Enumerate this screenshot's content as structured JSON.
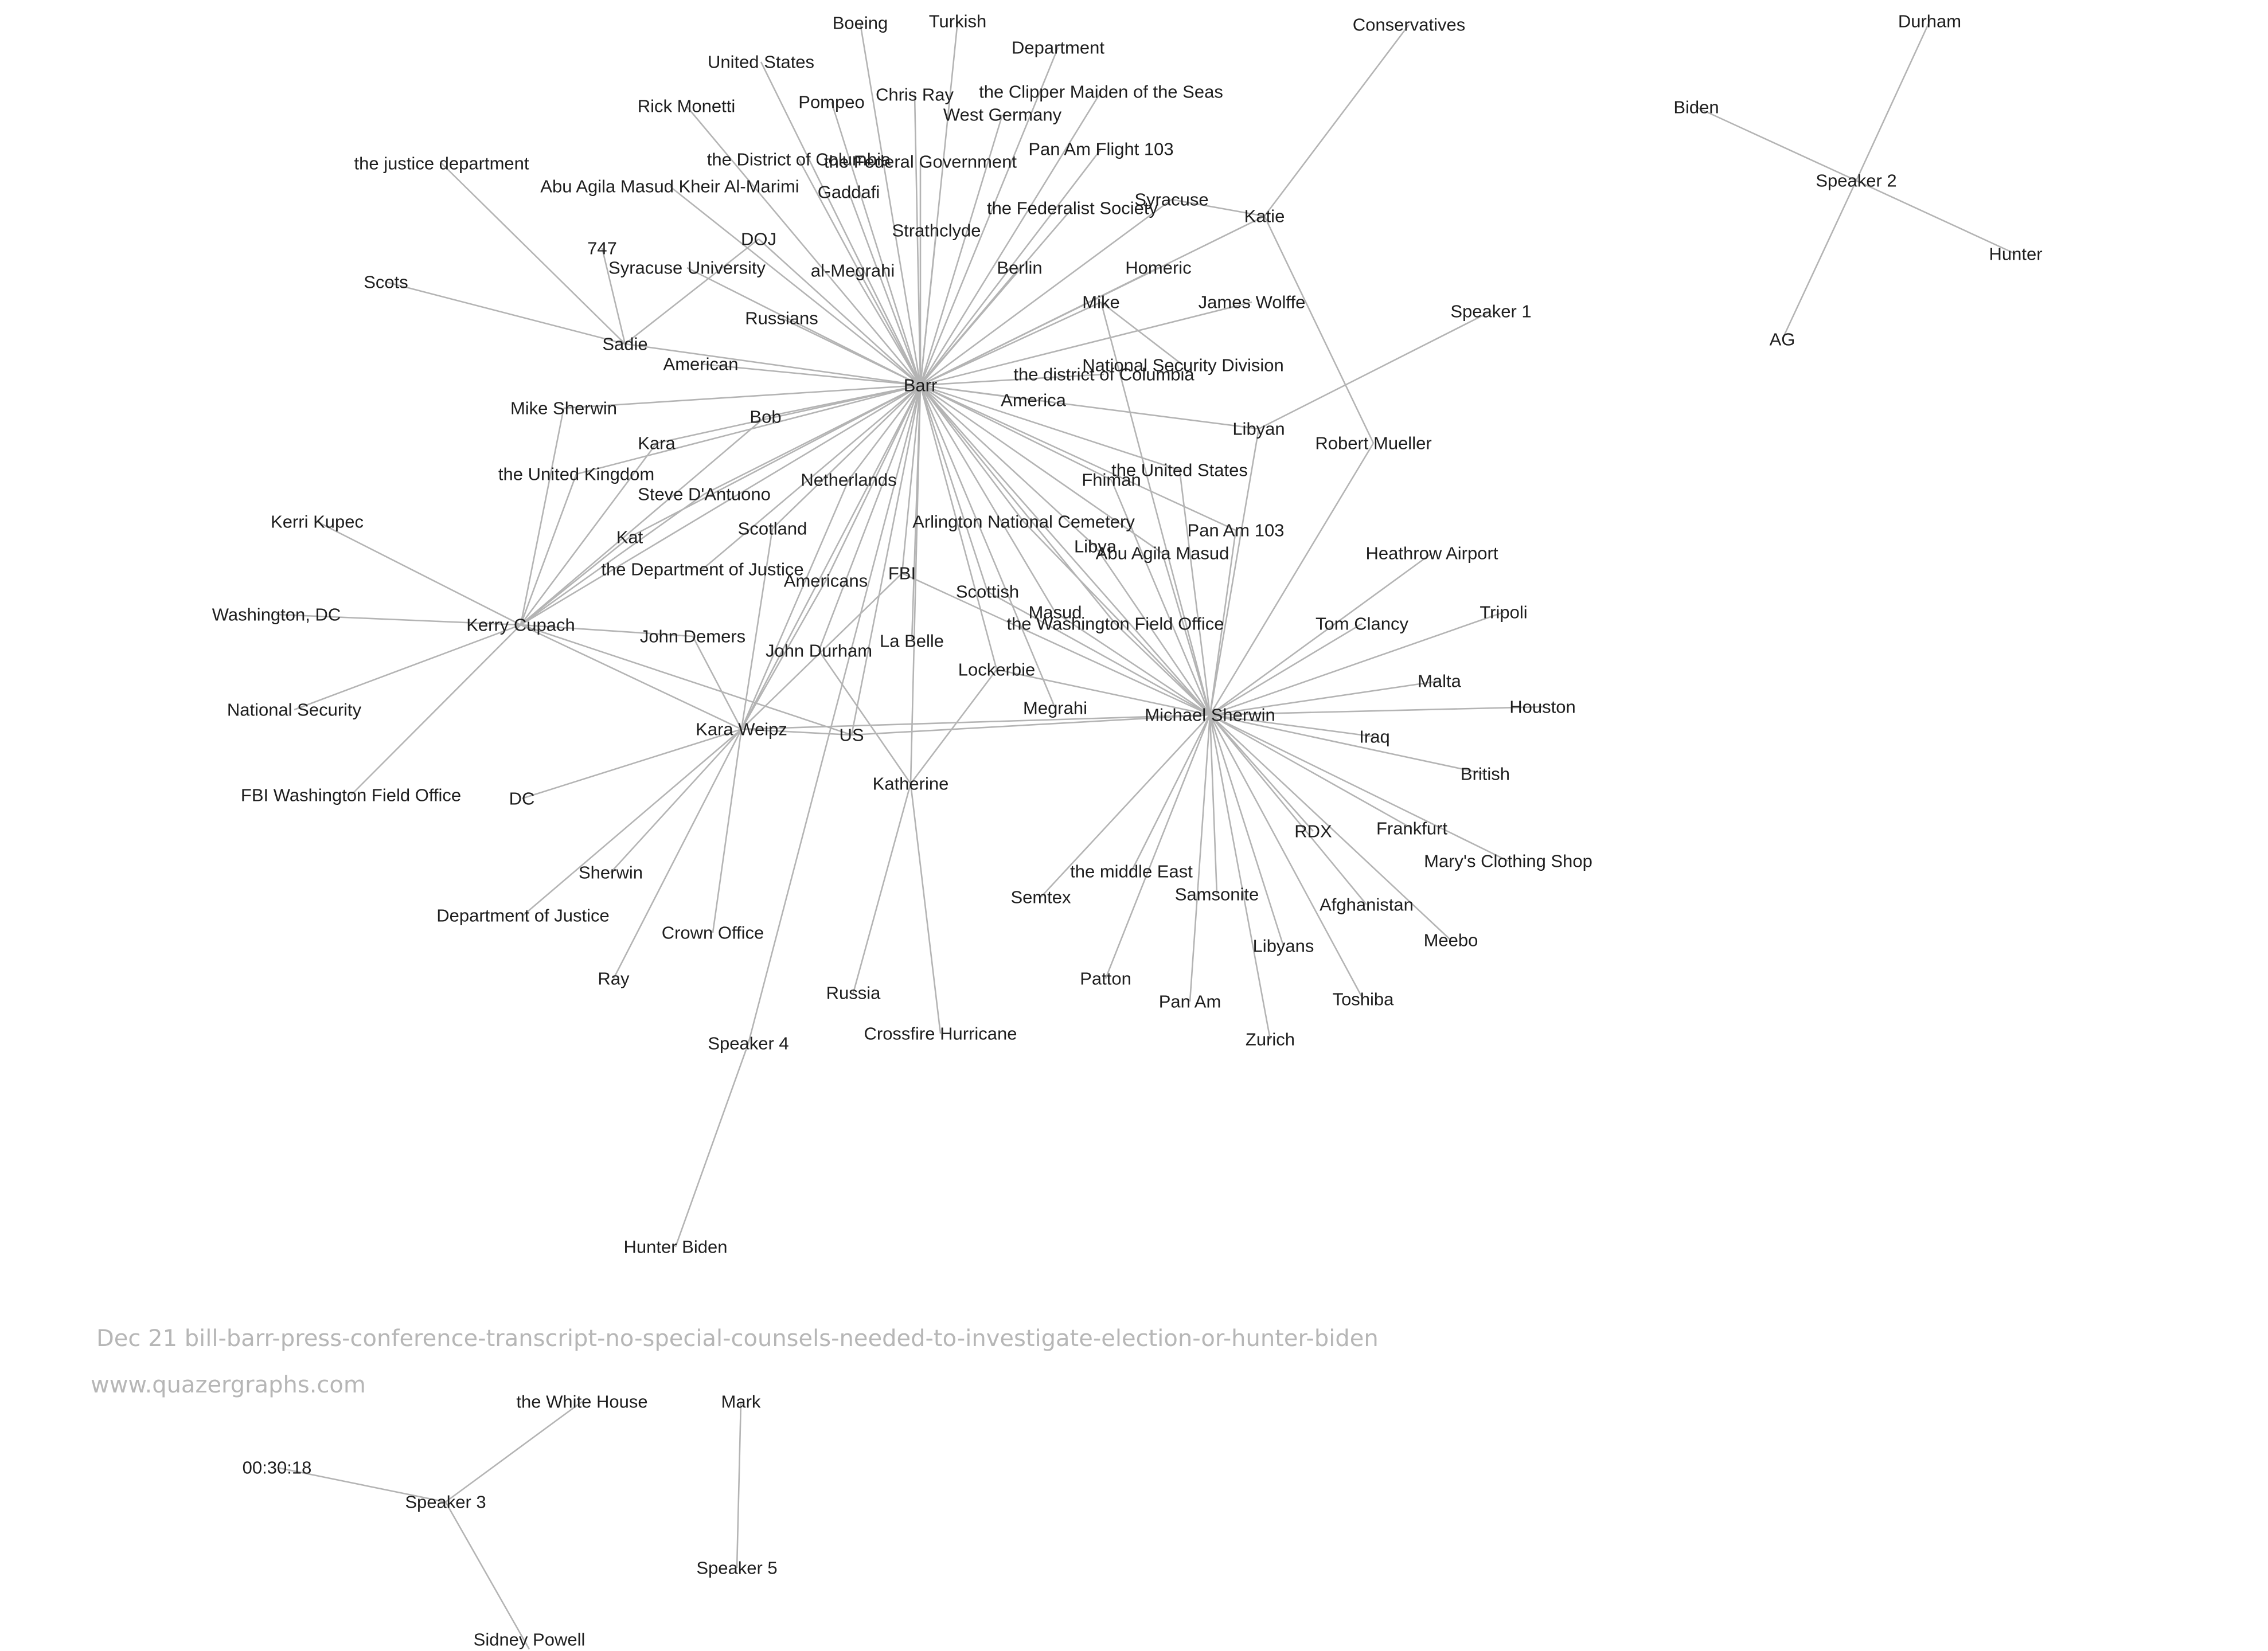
{
  "caption": {
    "title": "Dec 21 bill-barr-press-conference-transcript-no-special-counsels-needed-to-investigate-election-or-hunter-biden",
    "site": "www.quazergraphs.com"
  },
  "nodes": [
    {
      "id": "barr",
      "label": "Barr"
    },
    {
      "id": "michael_sherwin",
      "label": "Michael Sherwin"
    },
    {
      "id": "kerry_cupach",
      "label": "Kerry Cupach"
    },
    {
      "id": "kara_weipz",
      "label": "Kara Weipz"
    },
    {
      "id": "katherine",
      "label": "Katherine"
    },
    {
      "id": "sadie",
      "label": "Sadie"
    },
    {
      "id": "katie",
      "label": "Katie"
    },
    {
      "id": "libyan",
      "label": "Libyan"
    },
    {
      "id": "us",
      "label": "US"
    },
    {
      "id": "fbi",
      "label": "FBI"
    },
    {
      "id": "mike",
      "label": "Mike"
    },
    {
      "id": "boeing",
      "label": "Boeing"
    },
    {
      "id": "turkish",
      "label": "Turkish"
    },
    {
      "id": "department",
      "label": "Department"
    },
    {
      "id": "united_states",
      "label": "United States"
    },
    {
      "id": "chris_ray",
      "label": "Chris Ray"
    },
    {
      "id": "pompeo",
      "label": "Pompeo"
    },
    {
      "id": "clipper",
      "label": "the Clipper Maiden of the Seas"
    },
    {
      "id": "rick_monetti",
      "label": "Rick Monetti"
    },
    {
      "id": "west_germany",
      "label": "West Germany"
    },
    {
      "id": "pan_am_flight_103",
      "label": "Pan Am Flight 103"
    },
    {
      "id": "justice_dept_lower",
      "label": "the justice department"
    },
    {
      "id": "district_columbia_upper",
      "label": "the District of Columbia"
    },
    {
      "id": "federal_government",
      "label": "the Federal Government"
    },
    {
      "id": "abu_agila_full",
      "label": "Abu Agila Masud Kheir Al-Marimi"
    },
    {
      "id": "gaddafi",
      "label": "Gaddafi"
    },
    {
      "id": "syracuse",
      "label": "Syracuse"
    },
    {
      "id": "federalist_society",
      "label": "the Federalist Society"
    },
    {
      "id": "strathclyde",
      "label": "Strathclyde"
    },
    {
      "id": "doj",
      "label": "DOJ"
    },
    {
      "id": "n747",
      "label": "747"
    },
    {
      "id": "syracuse_university",
      "label": "Syracuse University"
    },
    {
      "id": "al_megrahi",
      "label": "al-Megrahi"
    },
    {
      "id": "berlin",
      "label": "Berlin"
    },
    {
      "id": "homeric",
      "label": "Homeric"
    },
    {
      "id": "scots",
      "label": "Scots"
    },
    {
      "id": "james_wolffe",
      "label": "James Wolffe"
    },
    {
      "id": "russians",
      "label": "Russians"
    },
    {
      "id": "american",
      "label": "American"
    },
    {
      "id": "national_security_division",
      "label": "National Security Division"
    },
    {
      "id": "district_columbia_lower",
      "label": "the district of Columbia"
    },
    {
      "id": "america",
      "label": "America"
    },
    {
      "id": "mike_sherwin",
      "label": "Mike Sherwin"
    },
    {
      "id": "bob",
      "label": "Bob"
    },
    {
      "id": "kara",
      "label": "Kara"
    },
    {
      "id": "united_kingdom",
      "label": "the United Kingdom"
    },
    {
      "id": "netherlands",
      "label": "Netherlands"
    },
    {
      "id": "the_united_states",
      "label": "the United States"
    },
    {
      "id": "fhiman",
      "label": "Fhiman"
    },
    {
      "id": "steve_dantuono",
      "label": "Steve D'Antuono"
    },
    {
      "id": "scotland",
      "label": "Scotland"
    },
    {
      "id": "arlington",
      "label": "Arlington National Cemetery"
    },
    {
      "id": "pan_am_103",
      "label": "Pan Am 103"
    },
    {
      "id": "kat",
      "label": "Kat"
    },
    {
      "id": "libya",
      "label": "Libya"
    },
    {
      "id": "abu_agila_masud",
      "label": "Abu Agila Masud"
    },
    {
      "id": "kerri_kupec",
      "label": "Kerri Kupec"
    },
    {
      "id": "dept_of_justice_the",
      "label": "the Department of Justice"
    },
    {
      "id": "americans",
      "label": "Americans"
    },
    {
      "id": "scottish",
      "label": "Scottish"
    },
    {
      "id": "masud",
      "label": "Masud"
    },
    {
      "id": "washington_field_office",
      "label": "the Washington Field Office"
    },
    {
      "id": "washington_dc",
      "label": "Washington, DC"
    },
    {
      "id": "john_demers",
      "label": "John Demers"
    },
    {
      "id": "la_belle",
      "label": "La Belle"
    },
    {
      "id": "john_durham",
      "label": "John Durham"
    },
    {
      "id": "lockerbie",
      "label": "Lockerbie"
    },
    {
      "id": "megrahi",
      "label": "Megrahi"
    },
    {
      "id": "national_security",
      "label": "National Security"
    },
    {
      "id": "fbi_wfo",
      "label": "FBI Washington Field Office"
    },
    {
      "id": "dc",
      "label": "DC"
    },
    {
      "id": "sherwin",
      "label": "Sherwin"
    },
    {
      "id": "department_of_justice",
      "label": "Department of Justice"
    },
    {
      "id": "crown_office",
      "label": "Crown Office"
    },
    {
      "id": "ray",
      "label": "Ray"
    },
    {
      "id": "russia",
      "label": "Russia"
    },
    {
      "id": "crossfire_hurricane",
      "label": "Crossfire Hurricane"
    },
    {
      "id": "speaker_4",
      "label": "Speaker 4"
    },
    {
      "id": "hunter_biden",
      "label": "Hunter Biden"
    },
    {
      "id": "conservatives",
      "label": "Conservatives"
    },
    {
      "id": "speaker_1",
      "label": "Speaker 1"
    },
    {
      "id": "robert_mueller",
      "label": "Robert Mueller"
    },
    {
      "id": "heathrow",
      "label": "Heathrow Airport"
    },
    {
      "id": "tom_clancy",
      "label": "Tom Clancy"
    },
    {
      "id": "tripoli",
      "label": "Tripoli"
    },
    {
      "id": "malta",
      "label": "Malta"
    },
    {
      "id": "houston",
      "label": "Houston"
    },
    {
      "id": "iraq",
      "label": "Iraq"
    },
    {
      "id": "british",
      "label": "British"
    },
    {
      "id": "rdx",
      "label": "RDX"
    },
    {
      "id": "frankfurt",
      "label": "Frankfurt"
    },
    {
      "id": "marys_clothing_shop",
      "label": "Mary's Clothing Shop"
    },
    {
      "id": "middle_east",
      "label": "the middle East"
    },
    {
      "id": "semtex",
      "label": "Semtex"
    },
    {
      "id": "samsonite",
      "label": "Samsonite"
    },
    {
      "id": "afghanistan",
      "label": "Afghanistan"
    },
    {
      "id": "meebo",
      "label": "Meebo"
    },
    {
      "id": "libyans",
      "label": "Libyans"
    },
    {
      "id": "patton",
      "label": "Patton"
    },
    {
      "id": "pan_am",
      "label": "Pan Am"
    },
    {
      "id": "toshiba",
      "label": "Toshiba"
    },
    {
      "id": "zurich",
      "label": "Zurich"
    },
    {
      "id": "durham",
      "label": "Durham"
    },
    {
      "id": "biden",
      "label": "Biden"
    },
    {
      "id": "speaker_2",
      "label": "Speaker 2"
    },
    {
      "id": "hunter",
      "label": "Hunter"
    },
    {
      "id": "ag",
      "label": "AG"
    },
    {
      "id": "white_house",
      "label": "the White House"
    },
    {
      "id": "mark",
      "label": "Mark"
    },
    {
      "id": "time_003018",
      "label": "00:30:18"
    },
    {
      "id": "speaker_3",
      "label": "Speaker 3"
    },
    {
      "id": "speaker_5",
      "label": "Speaker 5"
    },
    {
      "id": "sidney_powell",
      "label": "Sidney Powell"
    }
  ],
  "edges": [
    [
      "barr",
      "boeing"
    ],
    [
      "barr",
      "turkish"
    ],
    [
      "barr",
      "department"
    ],
    [
      "barr",
      "united_states"
    ],
    [
      "barr",
      "chris_ray"
    ],
    [
      "barr",
      "pompeo"
    ],
    [
      "barr",
      "clipper"
    ],
    [
      "barr",
      "rick_monetti"
    ],
    [
      "barr",
      "west_germany"
    ],
    [
      "barr",
      "pan_am_flight_103"
    ],
    [
      "barr",
      "district_columbia_upper"
    ],
    [
      "barr",
      "federal_government"
    ],
    [
      "barr",
      "abu_agila_full"
    ],
    [
      "barr",
      "gaddafi"
    ],
    [
      "barr",
      "federalist_society"
    ],
    [
      "barr",
      "strathclyde"
    ],
    [
      "barr",
      "doj"
    ],
    [
      "barr",
      "syracuse_university"
    ],
    [
      "barr",
      "al_megrahi"
    ],
    [
      "barr",
      "berlin"
    ],
    [
      "barr",
      "homeric"
    ],
    [
      "barr",
      "russians"
    ],
    [
      "barr",
      "american"
    ],
    [
      "barr",
      "sadie"
    ],
    [
      "barr",
      "mike_sherwin"
    ],
    [
      "barr",
      "bob"
    ],
    [
      "barr",
      "kara"
    ],
    [
      "barr",
      "netherlands"
    ],
    [
      "barr",
      "katie"
    ],
    [
      "barr",
      "james_wolffe"
    ],
    [
      "barr",
      "syracuse"
    ],
    [
      "barr",
      "mike"
    ],
    [
      "barr",
      "district_columbia_lower"
    ],
    [
      "barr",
      "america"
    ],
    [
      "barr",
      "libyan"
    ],
    [
      "barr",
      "the_united_states"
    ],
    [
      "barr",
      "fhiman"
    ],
    [
      "barr",
      "pan_am_103"
    ],
    [
      "barr",
      "arlington"
    ],
    [
      "barr",
      "libya"
    ],
    [
      "barr",
      "abu_agila_masud"
    ],
    [
      "barr",
      "scottish"
    ],
    [
      "barr",
      "masud"
    ],
    [
      "barr",
      "washington_field_office"
    ],
    [
      "barr",
      "lockerbie"
    ],
    [
      "barr",
      "megrahi"
    ],
    [
      "barr",
      "la_belle"
    ],
    [
      "barr",
      "katherine"
    ],
    [
      "barr",
      "fbi"
    ],
    [
      "barr",
      "americans"
    ],
    [
      "barr",
      "scotland"
    ],
    [
      "barr",
      "steve_dantuono"
    ],
    [
      "barr",
      "united_kingdom"
    ],
    [
      "barr",
      "kat"
    ],
    [
      "barr",
      "dept_of_justice_the"
    ],
    [
      "barr",
      "kara_weipz"
    ],
    [
      "barr",
      "us"
    ],
    [
      "barr",
      "john_durham"
    ],
    [
      "barr",
      "speaker_4"
    ],
    [
      "barr",
      "michael_sherwin"
    ],
    [
      "barr",
      "kerry_cupach"
    ],
    [
      "sadie",
      "scots"
    ],
    [
      "sadie",
      "n747"
    ],
    [
      "sadie",
      "doj"
    ],
    [
      "sadie",
      "justice_dept_lower"
    ],
    [
      "katie",
      "syracuse"
    ],
    [
      "katie",
      "conservatives"
    ],
    [
      "katie",
      "robert_mueller"
    ],
    [
      "mike",
      "national_security_division"
    ],
    [
      "libyan",
      "speaker_1"
    ],
    [
      "michael_sherwin",
      "libyan"
    ],
    [
      "michael_sherwin",
      "robert_mueller"
    ],
    [
      "michael_sherwin",
      "heathrow"
    ],
    [
      "michael_sherwin",
      "tom_clancy"
    ],
    [
      "michael_sherwin",
      "tripoli"
    ],
    [
      "michael_sherwin",
      "malta"
    ],
    [
      "michael_sherwin",
      "houston"
    ],
    [
      "michael_sherwin",
      "iraq"
    ],
    [
      "michael_sherwin",
      "british"
    ],
    [
      "michael_sherwin",
      "rdx"
    ],
    [
      "michael_sherwin",
      "frankfurt"
    ],
    [
      "michael_sherwin",
      "marys_clothing_shop"
    ],
    [
      "michael_sherwin",
      "middle_east"
    ],
    [
      "michael_sherwin",
      "semtex"
    ],
    [
      "michael_sherwin",
      "samsonite"
    ],
    [
      "michael_sherwin",
      "afghanistan"
    ],
    [
      "michael_sherwin",
      "meebo"
    ],
    [
      "michael_sherwin",
      "libyans"
    ],
    [
      "michael_sherwin",
      "patton"
    ],
    [
      "michael_sherwin",
      "pan_am"
    ],
    [
      "michael_sherwin",
      "toshiba"
    ],
    [
      "michael_sherwin",
      "zurich"
    ],
    [
      "michael_sherwin",
      "us"
    ],
    [
      "michael_sherwin",
      "kara_weipz"
    ],
    [
      "michael_sherwin",
      "fbi"
    ],
    [
      "michael_sherwin",
      "lockerbie"
    ],
    [
      "michael_sherwin",
      "scottish"
    ],
    [
      "michael_sherwin",
      "masud"
    ],
    [
      "michael_sherwin",
      "washington_field_office"
    ],
    [
      "michael_sherwin",
      "abu_agila_masud"
    ],
    [
      "michael_sherwin",
      "libya"
    ],
    [
      "michael_sherwin",
      "arlington"
    ],
    [
      "michael_sherwin",
      "pan_am_103"
    ],
    [
      "michael_sherwin",
      "the_united_states"
    ],
    [
      "michael_sherwin",
      "fhiman"
    ],
    [
      "michael_sherwin",
      "mike"
    ],
    [
      "kerry_cupach",
      "kerri_kupec"
    ],
    [
      "kerry_cupach",
      "washington_dc"
    ],
    [
      "kerry_cupach",
      "national_security"
    ],
    [
      "kerry_cupach",
      "fbi_wfo"
    ],
    [
      "kerry_cupach",
      "mike_sherwin"
    ],
    [
      "kerry_cupach",
      "kara"
    ],
    [
      "kerry_cupach",
      "united_kingdom"
    ],
    [
      "kerry_cupach",
      "steve_dantuono"
    ],
    [
      "kerry_cupach",
      "kat"
    ],
    [
      "kerry_cupach",
      "bob"
    ],
    [
      "kerry_cupach",
      "john_demers"
    ],
    [
      "kerry_cupach",
      "us"
    ],
    [
      "kerry_cupach",
      "kara_weipz"
    ],
    [
      "kara_weipz",
      "dc"
    ],
    [
      "kara_weipz",
      "sherwin"
    ],
    [
      "kara_weipz",
      "department_of_justice"
    ],
    [
      "kara_weipz",
      "ray"
    ],
    [
      "kara_weipz",
      "crown_office"
    ],
    [
      "kara_weipz",
      "scotland"
    ],
    [
      "kara_weipz",
      "americans"
    ],
    [
      "kara_weipz",
      "fbi"
    ],
    [
      "kara_weipz",
      "netherlands"
    ],
    [
      "kara_weipz",
      "john_demers"
    ],
    [
      "kara_weipz",
      "us"
    ],
    [
      "katherine",
      "lockerbie"
    ],
    [
      "katherine",
      "russia"
    ],
    [
      "katherine",
      "crossfire_hurricane"
    ],
    [
      "katherine",
      "john_durham"
    ],
    [
      "speaker_4",
      "hunter_biden"
    ],
    [
      "speaker_2",
      "durham"
    ],
    [
      "speaker_2",
      "biden"
    ],
    [
      "speaker_2",
      "hunter"
    ],
    [
      "speaker_2",
      "ag"
    ],
    [
      "speaker_3",
      "white_house"
    ],
    [
      "speaker_3",
      "time_003018"
    ],
    [
      "speaker_3",
      "sidney_powell"
    ],
    [
      "speaker_5",
      "mark"
    ]
  ]
}
